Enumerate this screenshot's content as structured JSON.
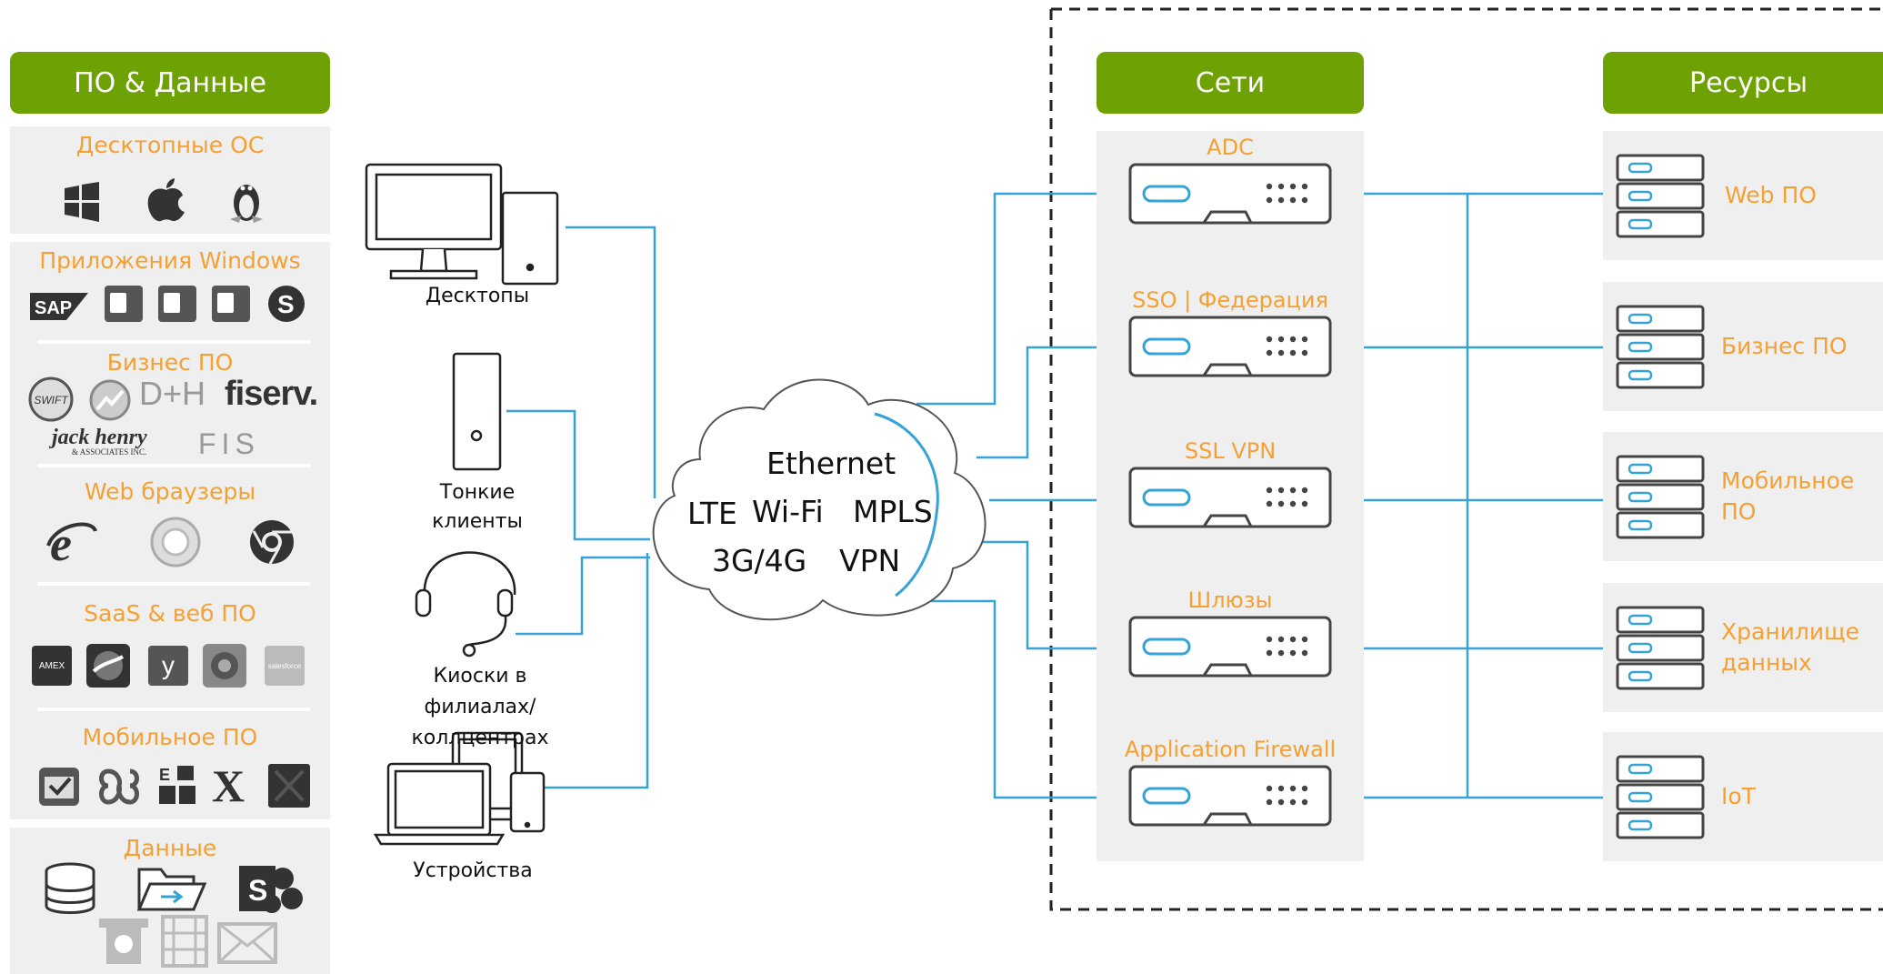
{
  "colors": {
    "green": "#6ea204",
    "orange": "#f5a032",
    "line": "#35a3d6",
    "panel": "#efefef"
  },
  "left": {
    "header": "ПО & Данные",
    "sections": [
      {
        "title": "Десктопные ОС",
        "icons": [
          "windows-icon",
          "apple-icon",
          "linux-icon"
        ]
      },
      {
        "title": "Приложения Windows",
        "icons": [
          "sap-logo",
          "outlook-icon",
          "word-icon",
          "powerpoint-icon",
          "skype-icon"
        ]
      },
      {
        "title": "Бизнес ПО",
        "icons": [
          "swift-logo",
          "chart-logo",
          "dh-logo",
          "fiserv-logo",
          "jack-henry-logo",
          "fis-logo"
        ],
        "logos": {
          "swift": "SWIFT",
          "dh": "D+H",
          "fiserv": "fiserv.",
          "jackhenry": "jack henry",
          "jackhenry_sub": "& ASSOCIATES INC.",
          "fis": "FIS"
        }
      },
      {
        "title": "Web браузеры",
        "icons": [
          "ie-icon",
          "firefox-icon",
          "chrome-icon"
        ]
      },
      {
        "title": "SaaS & веб ПО",
        "icons": [
          "amex-icon",
          "google-earth-icon",
          "yammer-icon",
          "app-icon",
          "salesforce-icon"
        ],
        "logos": {
          "amex": "AMEX",
          "yammer": "y",
          "salesforce": "salesforce"
        }
      },
      {
        "title": "Мобильное ПО",
        "icons": [
          "mail-check-icon",
          "knot-icon",
          "expense-icon",
          "x-icon",
          "dark-app-icon"
        ],
        "logos": {
          "x": "X"
        }
      },
      {
        "title": "Данные",
        "icons": [
          "database-icon",
          "folder-icon",
          "sharepoint-icon",
          "atm-icon",
          "film-icon",
          "mail-icon"
        ],
        "logos": {
          "sharepoint": "S"
        }
      }
    ]
  },
  "clients": [
    {
      "label": "Десктопы"
    },
    {
      "label": "Тонкие\nклиенты"
    },
    {
      "label": "Киоски в\nфилиалах/коллцентрах"
    },
    {
      "label": "Устройства"
    }
  ],
  "cloud": {
    "line1": "Ethernet",
    "lte": "LTE",
    "wifi": "Wi-Fi",
    "mpls": "MPLS",
    "g34": "3G/4G",
    "vpn": "VPN"
  },
  "networks": {
    "header": "Сети",
    "devices": [
      "ADC",
      "SSO | Федерация",
      "SSL VPN",
      "Шлюзы",
      "Application Firewall"
    ]
  },
  "resources": {
    "header": "Ресурсы",
    "items": [
      "Web ПО",
      "Бизнес ПО",
      "Мобильное\nПО",
      "Хранилище\nданных",
      "IoT"
    ]
  }
}
